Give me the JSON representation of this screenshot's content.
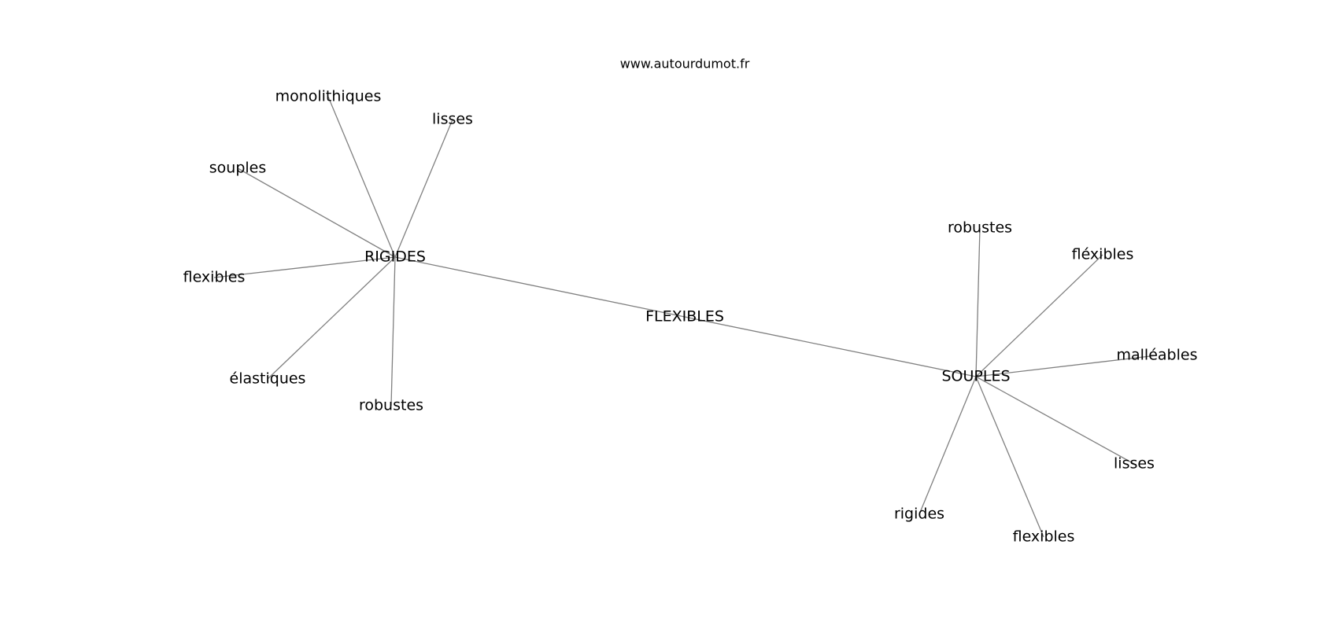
{
  "source": "www.autourdumot.fr",
  "colors": {
    "edge": "#808080",
    "text": "#000000",
    "background": "#ffffff"
  },
  "graph": {
    "center": {
      "id": "center",
      "label": "FLEXIBLES"
    },
    "hubs": [
      {
        "id": "rigides_hub",
        "label": "RIGIDES",
        "leaves": [
          {
            "id": "r_monolithiques",
            "label": "monolithiques"
          },
          {
            "id": "r_lisses",
            "label": "lisses"
          },
          {
            "id": "r_souples",
            "label": "souples"
          },
          {
            "id": "r_flexibles",
            "label": "flexibles"
          },
          {
            "id": "r_elastiques",
            "label": "élastiques"
          },
          {
            "id": "r_robustes",
            "label": "robustes"
          }
        ]
      },
      {
        "id": "souples_hub",
        "label": "SOUPLES",
        "leaves": [
          {
            "id": "s_robustes",
            "label": "robustes"
          },
          {
            "id": "s_flexibles_accent",
            "label": "fléxibles"
          },
          {
            "id": "s_malleables",
            "label": "malléables"
          },
          {
            "id": "s_lisses",
            "label": "lisses"
          },
          {
            "id": "s_flexibles",
            "label": "flexibles"
          },
          {
            "id": "s_rigides",
            "label": "rigides"
          }
        ]
      }
    ]
  }
}
